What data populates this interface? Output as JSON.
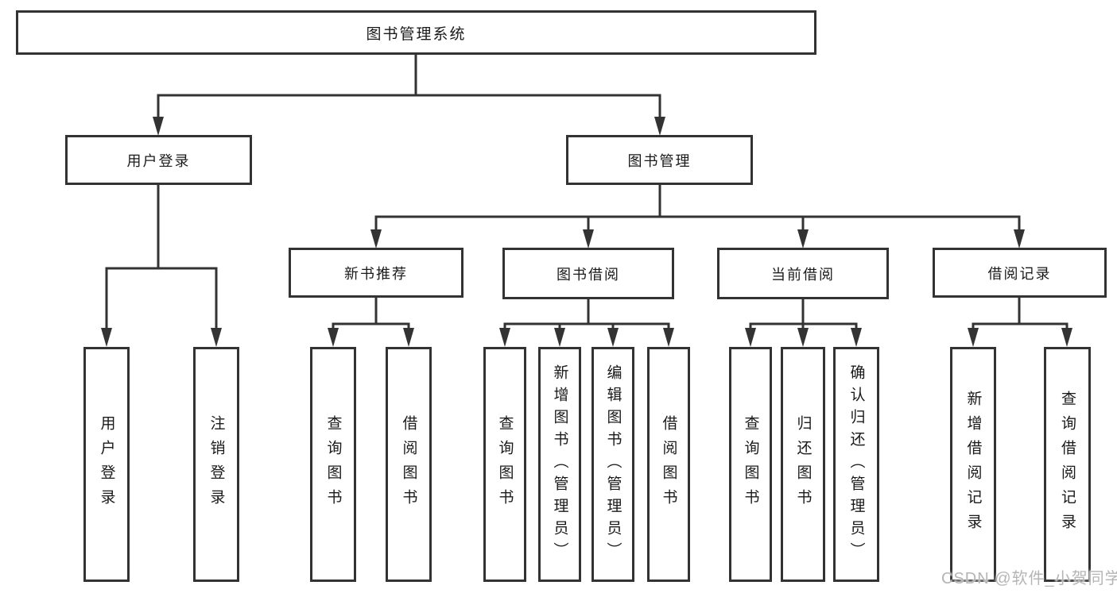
{
  "style": {
    "background": "#ffffff",
    "line_color": "#333333",
    "box_border_color": "#333333",
    "text_color": "#1a1a1a",
    "watermark_color": "#b5b5b5"
  },
  "nodes": {
    "root": "图书管理系统",
    "l1": [
      "用户登录",
      "图书管理"
    ],
    "l2": [
      "新书推荐",
      "图书借阅",
      "当前借阅",
      "借阅记录"
    ],
    "leaves_user_login": [
      "用户登录",
      "注销登录"
    ],
    "leaves_new_books": [
      "查询图书",
      "借阅图书"
    ],
    "leaves_borrow": [
      "查询图书",
      "新增图书（管理员）",
      "编辑图书（管理员）",
      "借阅图书"
    ],
    "leaves_current": [
      "查询图书",
      "归还图书",
      "确认归还（管理员）"
    ],
    "leaves_records": [
      "新增借阅记录",
      "查询借阅记录"
    ]
  },
  "watermark": "CSDN @软件_小贺同学"
}
